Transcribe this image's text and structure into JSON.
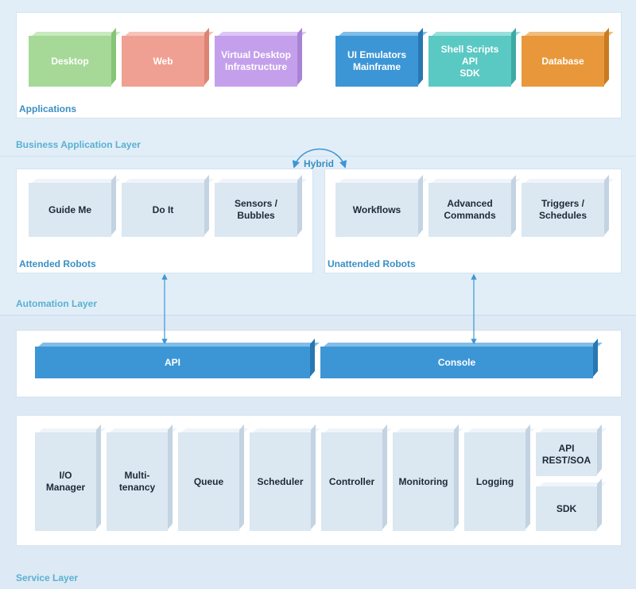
{
  "layers": {
    "business": "Business Application Layer",
    "automation": "Automation Layer",
    "service": "Service Layer"
  },
  "applications": {
    "label": "Applications",
    "blocks": [
      "Desktop",
      "Web",
      "Virtual Desktop\nInfrastructure",
      "UI Emulators\nMainframe",
      "Shell Scripts\nAPI\nSDK",
      "Database"
    ]
  },
  "hybrid": "Hybrid",
  "attended": {
    "label": "Attended Robots",
    "blocks": [
      "Guide Me",
      "Do It",
      "Sensors /\nBubbles"
    ]
  },
  "unattended": {
    "label": "Unattended Robots",
    "blocks": [
      "Workflows",
      "Advanced\nCommands",
      "Triggers /\nSchedules"
    ]
  },
  "interface": {
    "api": "API",
    "console": "Console"
  },
  "service": {
    "blocks": [
      "I/O\nManager",
      "Multi-\ntenancy",
      "Queue",
      "Scheduler",
      "Controller",
      "Monitoring",
      "Logging"
    ],
    "api_rest": "API\nREST/SOA",
    "sdk": "SDK"
  },
  "colors": {
    "desktop": "#a6d998",
    "web": "#f0a092",
    "vdi": "#c4a0ec",
    "emulators": "#3c96d6",
    "shell": "#5ac9c3",
    "database": "#e8983a",
    "grey_block": "#dbe7f1",
    "bar": "#3c96d6",
    "layer_label": "#5ab0d3",
    "panel_label": "#3a8fc4"
  }
}
